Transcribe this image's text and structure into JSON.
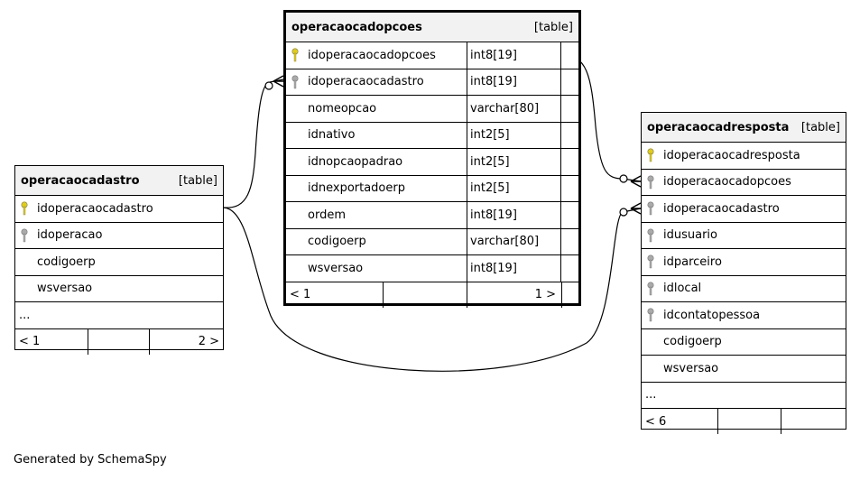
{
  "footer_text": "Generated by SchemaSpy",
  "tables": {
    "opcoes": {
      "name": "operacaocadopcoes",
      "type_label": "[table]",
      "columns": [
        {
          "name": "idoperacaocadopcoes",
          "type": "int8[19]",
          "key": "primary"
        },
        {
          "name": "idoperacaocadastro",
          "type": "int8[19]",
          "key": "foreign"
        },
        {
          "name": "nomeopcao",
          "type": "varchar[80]",
          "key": "none"
        },
        {
          "name": "idnativo",
          "type": "int2[5]",
          "key": "none"
        },
        {
          "name": "idnopcaopadrao",
          "type": "int2[5]",
          "key": "none"
        },
        {
          "name": "idnexportadoerp",
          "type": "int2[5]",
          "key": "none"
        },
        {
          "name": "ordem",
          "type": "int8[19]",
          "key": "none"
        },
        {
          "name": "codigoerp",
          "type": "varchar[80]",
          "key": "none"
        },
        {
          "name": "wsversao",
          "type": "int8[19]",
          "key": "none"
        }
      ],
      "foot_left": "< 1",
      "foot_right": "1 >"
    },
    "cadastro": {
      "name": "operacaocadastro",
      "type_label": "[table]",
      "columns": [
        {
          "name": "idoperacaocadastro",
          "key": "primary"
        },
        {
          "name": "idoperacao",
          "key": "foreign"
        },
        {
          "name": "codigoerp",
          "key": "none"
        },
        {
          "name": "wsversao",
          "key": "none"
        }
      ],
      "more": "...",
      "foot_left": "< 1",
      "foot_right": "2 >"
    },
    "resposta": {
      "name": "operacaocadresposta",
      "type_label": "[table]",
      "columns": [
        {
          "name": "idoperacaocadresposta",
          "key": "primary"
        },
        {
          "name": "idoperacaocadopcoes",
          "key": "foreign"
        },
        {
          "name": "idoperacaocadastro",
          "key": "foreign"
        },
        {
          "name": "idusuario",
          "key": "foreign"
        },
        {
          "name": "idparceiro",
          "key": "foreign"
        },
        {
          "name": "idlocal",
          "key": "foreign"
        },
        {
          "name": "idcontatopessoa",
          "key": "foreign"
        },
        {
          "name": "codigoerp",
          "key": "none"
        },
        {
          "name": "wsversao",
          "key": "none"
        }
      ],
      "more": "...",
      "foot_left": "< 6"
    }
  },
  "colors": {
    "primary_key": "#e6cf00",
    "foreign_key": "#aaaaaa"
  }
}
